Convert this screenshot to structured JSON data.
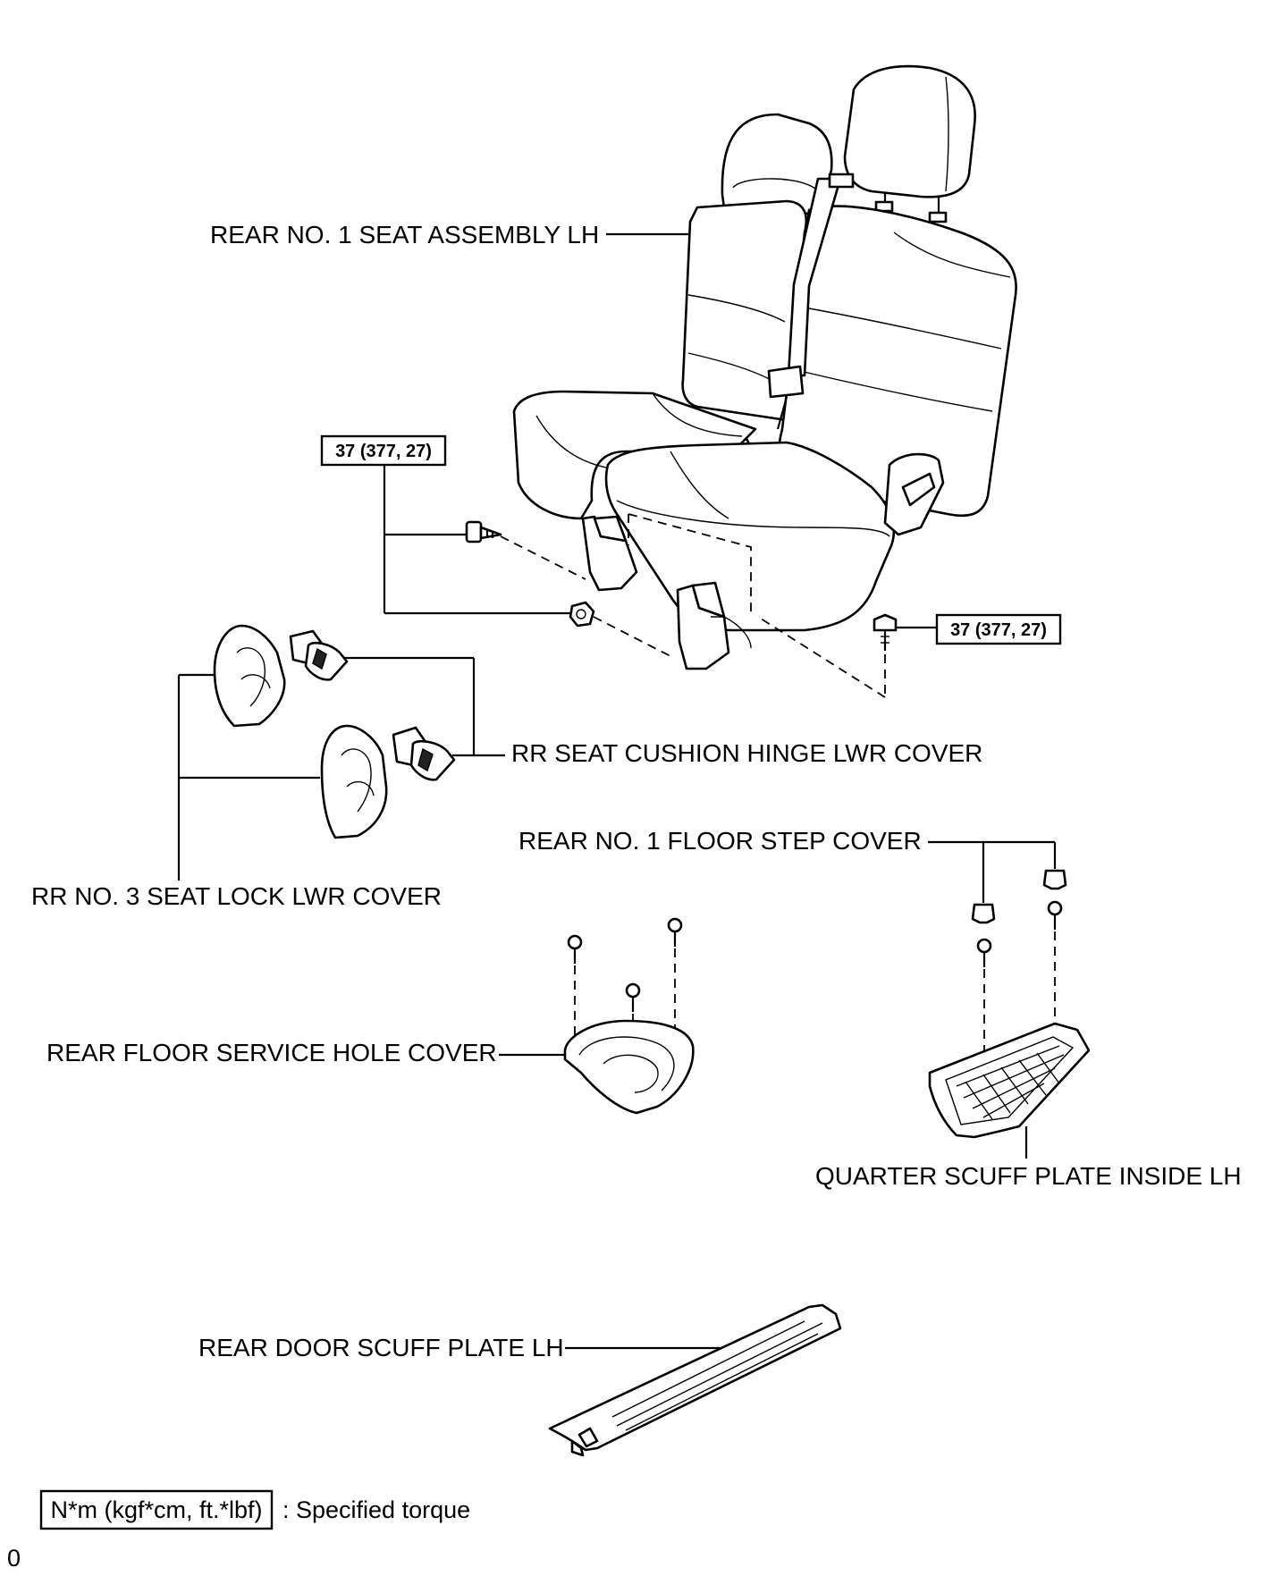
{
  "labels": {
    "seat_assembly": "REAR NO. 1 SEAT ASSEMBLY LH",
    "hinge_cover": "RR SEAT CUSHION HINGE LWR COVER",
    "seat_lock_cover": "RR NO. 3 SEAT LOCK LWR COVER",
    "floor_step_cover": "REAR NO. 1 FLOOR STEP COVER",
    "service_hole_cover": "REAR FLOOR SERVICE HOLE COVER",
    "quarter_scuff": "QUARTER SCUFF PLATE INSIDE LH",
    "door_scuff": "REAR DOOR SCUFF PLATE LH"
  },
  "torque": {
    "left_box": "37 (377, 27)",
    "right_box": "37 (377, 27)"
  },
  "legend": {
    "box_text": "N*m (kgf*cm, ft.*lbf)",
    "description": ": Specified torque"
  },
  "footer_code": "0"
}
